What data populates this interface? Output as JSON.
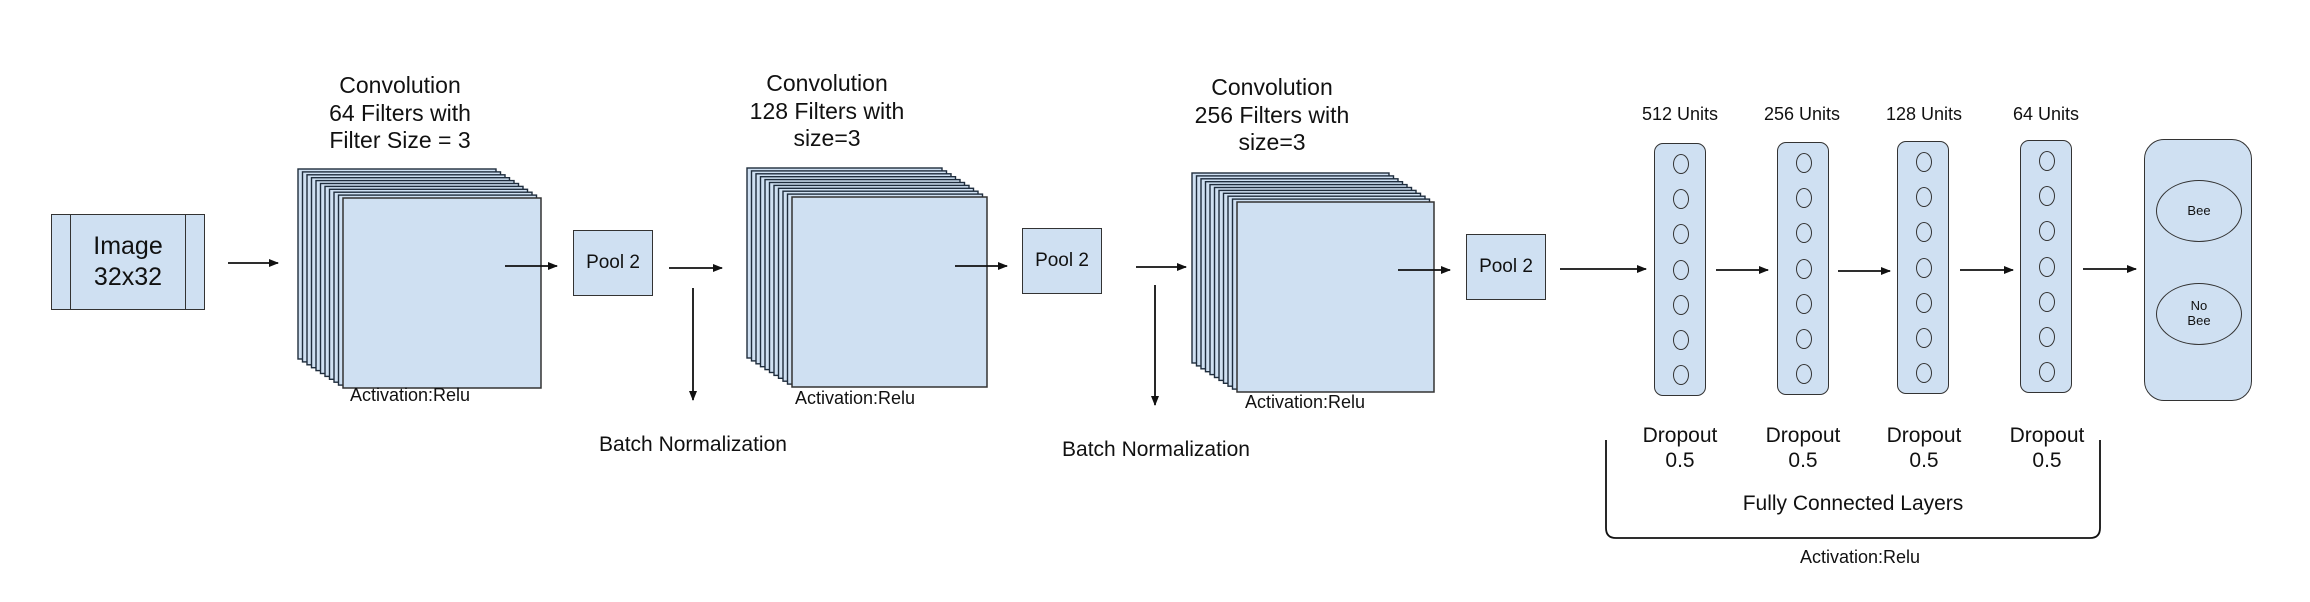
{
  "input": {
    "line1": "Image",
    "line2": "32x32"
  },
  "conv_blocks": [
    {
      "title": [
        "Convolution",
        "64 Filters with",
        "Filter Size = 3"
      ],
      "activation": "Activation:Relu"
    },
    {
      "title": [
        "Convolution",
        "128 Filters with",
        "size=3"
      ],
      "activation": "Activation:Relu"
    },
    {
      "title": [
        "Convolution",
        "256 Filters with",
        "size=3"
      ],
      "activation": "Activation:Relu"
    }
  ],
  "pool_label": "Pool 2",
  "batch_norm_label": "Batch Normalization",
  "fc_layers": [
    {
      "units": "512 Units",
      "dropout": [
        "Dropout",
        "0.5"
      ]
    },
    {
      "units": "256 Units",
      "dropout": [
        "Dropout",
        "0.5"
      ]
    },
    {
      "units": "128 Units",
      "dropout": [
        "Dropout",
        "0.5"
      ]
    },
    {
      "units": "64 Units",
      "dropout": [
        "Dropout",
        "0.5"
      ]
    }
  ],
  "fc_group_label": "Fully Connected Layers",
  "fc_activation": "Activation:Relu",
  "outputs": {
    "bee": "Bee",
    "no_bee_line1": "No",
    "no_bee_line2": "Bee"
  },
  "colors": {
    "fill": "#cfe0f2",
    "stroke": "#333333",
    "stack_edge": "#1f2d3d"
  }
}
